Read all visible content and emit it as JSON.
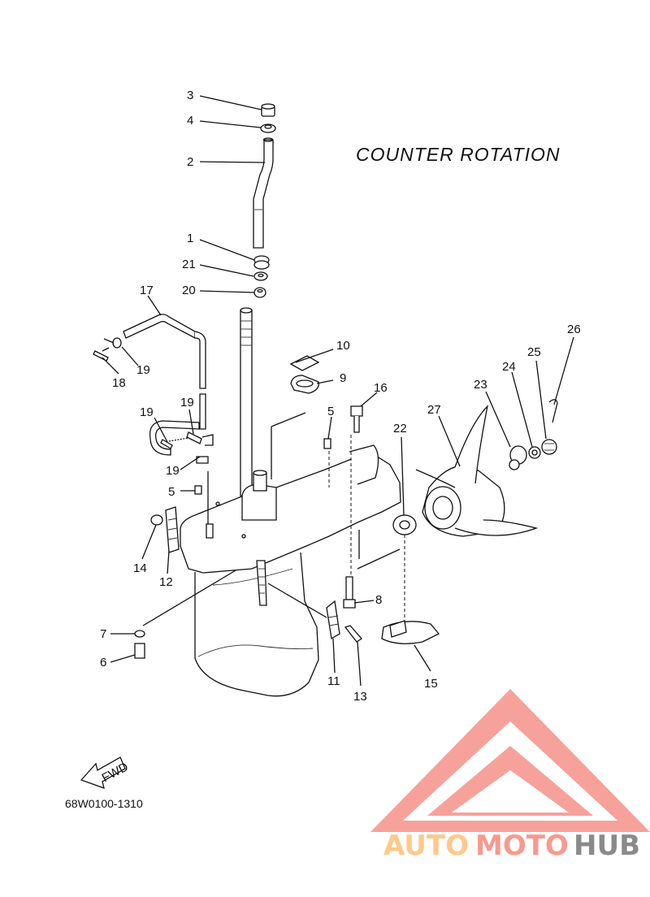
{
  "diagram": {
    "title": "COUNTER  ROTATION",
    "part_code": "68W0100-1310",
    "fwd_label": "FWD",
    "callouts": [
      {
        "id": "3",
        "label": "3"
      },
      {
        "id": "4",
        "label": "4"
      },
      {
        "id": "2",
        "label": "2"
      },
      {
        "id": "1",
        "label": "1"
      },
      {
        "id": "21",
        "label": "21"
      },
      {
        "id": "20",
        "label": "20"
      },
      {
        "id": "17",
        "label": "17"
      },
      {
        "id": "19a",
        "label": "19"
      },
      {
        "id": "18",
        "label": "18"
      },
      {
        "id": "19b",
        "label": "19"
      },
      {
        "id": "19c",
        "label": "19"
      },
      {
        "id": "19d",
        "label": "19"
      },
      {
        "id": "10",
        "label": "10"
      },
      {
        "id": "9",
        "label": "9"
      },
      {
        "id": "16",
        "label": "16"
      },
      {
        "id": "5a",
        "label": "5"
      },
      {
        "id": "5b",
        "label": "5"
      },
      {
        "id": "22",
        "label": "22"
      },
      {
        "id": "27",
        "label": "27"
      },
      {
        "id": "23",
        "label": "23"
      },
      {
        "id": "24",
        "label": "24"
      },
      {
        "id": "25",
        "label": "25"
      },
      {
        "id": "26",
        "label": "26"
      },
      {
        "id": "14",
        "label": "14"
      },
      {
        "id": "12",
        "label": "12"
      },
      {
        "id": "8",
        "label": "8"
      },
      {
        "id": "7",
        "label": "7"
      },
      {
        "id": "6",
        "label": "6"
      },
      {
        "id": "11",
        "label": "11"
      },
      {
        "id": "13",
        "label": "13"
      },
      {
        "id": "15",
        "label": "15"
      }
    ]
  },
  "watermark": {
    "part1": "AUTO",
    "part2": "MOTO",
    "part3": "HUB",
    "colors": {
      "auto": "#ffc98a",
      "moto": "#f79a8e",
      "hub": "#8a8a8a",
      "logo": "#f5928a"
    }
  }
}
